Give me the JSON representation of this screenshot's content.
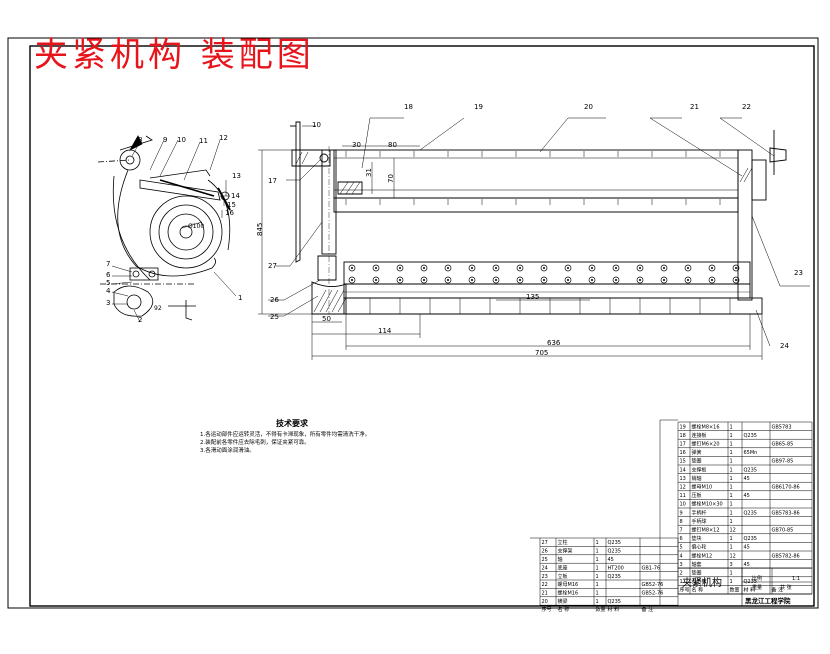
{
  "title": "夹紧机构 装配图",
  "tech_notes": {
    "heading": "技术要求",
    "lines": [
      "1.各运动部件应运转灵活，不得有卡滞现象，所有零件均需清洗干净。",
      "2.装配前各零件应去除毛刺，保证夹紧可靠。",
      "3.各滑动面涂润滑油。"
    ]
  },
  "balloons_left": [
    "8",
    "9",
    "10",
    "11",
    "12",
    "13",
    "14",
    "15",
    "16",
    "7",
    "6",
    "5",
    "4",
    "3",
    "1",
    "2"
  ],
  "balloons_main": [
    "17",
    "18",
    "19",
    "20",
    "21",
    "22",
    "23",
    "24",
    "25",
    "26",
    "27"
  ],
  "dims": {
    "d10": "10",
    "d30": "30",
    "d80": "80",
    "d31": "31",
    "d70": "70",
    "d845": "845",
    "d114": "114",
    "d636": "636",
    "d705": "705",
    "d135": "135",
    "d50": "50",
    "d90": "Ø100",
    "d92": "92"
  },
  "title_block": {
    "name": "夹紧机构",
    "school": "黑龙江工程学院",
    "scale_label": "比例",
    "scale": "1:1",
    "weight_label": "重量",
    "sheet": "共 张",
    "cols": [
      "序号",
      "名 称",
      "数量",
      "材 料",
      "备 注"
    ]
  },
  "bom_right": [
    {
      "no": "19",
      "name": "螺栓M8×16",
      "qty": "1",
      "mat": "",
      "std": "GB5783"
    },
    {
      "no": "18",
      "name": "连接板",
      "qty": "1",
      "mat": "Q235",
      "std": ""
    },
    {
      "no": "17",
      "name": "螺钉M6×20",
      "qty": "1",
      "mat": "",
      "std": "GB65-85"
    },
    {
      "no": "16",
      "name": "弹簧",
      "qty": "1",
      "mat": "65Mn",
      "std": ""
    },
    {
      "no": "15",
      "name": "垫圈",
      "qty": "1",
      "mat": "",
      "std": "GB97-85"
    },
    {
      "no": "14",
      "name": "支撑板",
      "qty": "1",
      "mat": "Q235",
      "std": ""
    },
    {
      "no": "13",
      "name": "销轴",
      "qty": "1",
      "mat": "45",
      "std": ""
    },
    {
      "no": "12",
      "name": "螺母M10",
      "qty": "1",
      "mat": "",
      "std": "GB6170-86"
    },
    {
      "no": "11",
      "name": "压板",
      "qty": "1",
      "mat": "45",
      "std": ""
    },
    {
      "no": "10",
      "name": "螺栓M10×30",
      "qty": "1",
      "mat": "",
      "std": ""
    },
    {
      "no": "9",
      "name": "手柄杆",
      "qty": "1",
      "mat": "Q235",
      "std": "GB5783-86"
    },
    {
      "no": "8",
      "name": "手柄球",
      "qty": "1",
      "mat": "",
      "std": ""
    },
    {
      "no": "7",
      "name": "螺钉M8×12",
      "qty": "12",
      "mat": "",
      "std": "GB70-85"
    },
    {
      "no": "6",
      "name": "垫块",
      "qty": "1",
      "mat": "Q235",
      "std": ""
    },
    {
      "no": "5",
      "name": "偏心轮",
      "qty": "1",
      "mat": "45",
      "std": ""
    },
    {
      "no": "4",
      "name": "螺栓M12",
      "qty": "12",
      "mat": "",
      "std": "GB5782-86"
    }
  ],
  "bom_left": [
    {
      "no": "27",
      "name": "立柱",
      "qty": "1",
      "mat": "Q235",
      "std": ""
    },
    {
      "no": "26",
      "name": "支撑架",
      "qty": "1",
      "mat": "Q235",
      "std": ""
    },
    {
      "no": "25",
      "name": "轴",
      "qty": "1",
      "mat": "45",
      "std": ""
    },
    {
      "no": "24",
      "name": "底座",
      "qty": "1",
      "mat": "HT200",
      "std": "GB1-76"
    },
    {
      "no": "23",
      "name": "立板",
      "qty": "1",
      "mat": "Q235",
      "std": ""
    },
    {
      "no": "22",
      "name": "螺母M16",
      "qty": "1",
      "mat": "",
      "std": "GB52-76"
    },
    {
      "no": "21",
      "name": "螺栓M16",
      "qty": "1",
      "mat": "",
      "std": "GB52-76"
    },
    {
      "no": "20",
      "name": "横梁",
      "qty": "1",
      "mat": "Q235",
      "std": ""
    }
  ],
  "bom_right_tail": [
    {
      "no": "3",
      "name": "轴套",
      "qty": "3",
      "mat": "45",
      "std": ""
    },
    {
      "no": "2",
      "name": "垫圈",
      "qty": "1",
      "mat": "",
      "std": ""
    },
    {
      "no": "1",
      "name": "弧形板",
      "qty": "1",
      "mat": "Q235",
      "std": ""
    }
  ]
}
